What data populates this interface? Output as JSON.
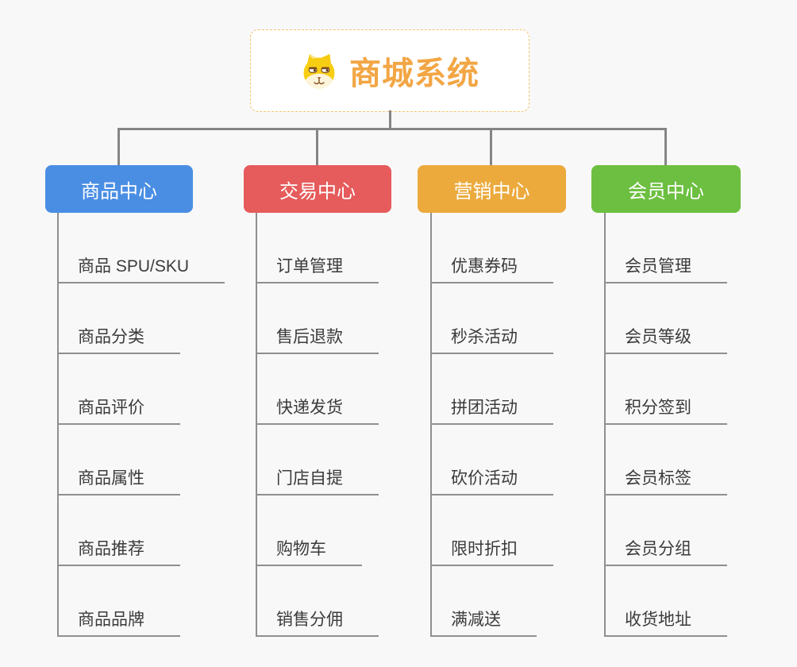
{
  "canvas": {
    "background": "#f8f8f8",
    "connector_color": "#858585",
    "leaf_line_color": "#8f8f8f",
    "leaf_text_color": "#3b3b3b"
  },
  "root": {
    "title": "商城系统",
    "icon": "shiba-dog-icon",
    "text_color": "#f2a644",
    "border_color": "#f4c36f",
    "background": "#ffffff"
  },
  "branches": [
    {
      "label": "商品中心",
      "color": "#4a8ee4",
      "items": [
        "商品 SPU/SKU",
        "商品分类",
        "商品评价",
        "商品属性",
        "商品推荐",
        "商品品牌"
      ]
    },
    {
      "label": "交易中心",
      "color": "#e65b5b",
      "items": [
        "订单管理",
        "售后退款",
        "快递发货",
        "门店自提",
        "购物车",
        "销售分佣"
      ]
    },
    {
      "label": "营销中心",
      "color": "#ecaa3d",
      "items": [
        "优惠券码",
        "秒杀活动",
        "拼团活动",
        "砍价活动",
        "限时折扣",
        "满减送"
      ]
    },
    {
      "label": "会员中心",
      "color": "#6cbf40",
      "items": [
        "会员管理",
        "会员等级",
        "积分签到",
        "会员标签",
        "会员分组",
        "收货地址"
      ]
    }
  ]
}
